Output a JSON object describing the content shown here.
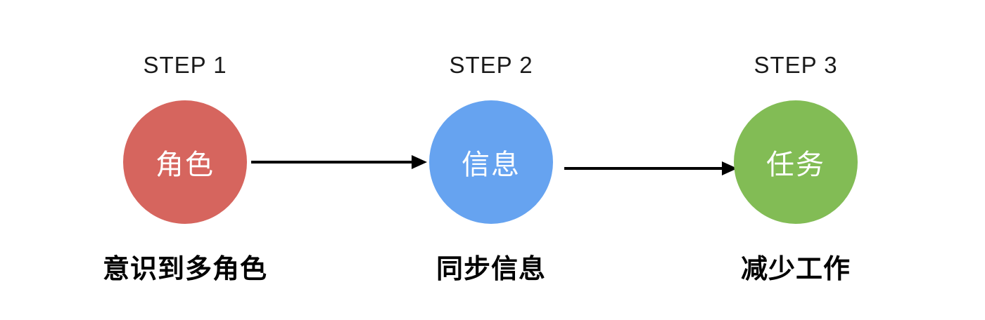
{
  "diagram": {
    "background_color": "#ffffff",
    "arrow_color": "#000000",
    "steps": [
      {
        "label": "STEP 1",
        "circle_text": "角色",
        "circle_color": "#d6655e",
        "caption": "意识到多角色"
      },
      {
        "label": "STEP 2",
        "circle_text": "信息",
        "circle_color": "#66a3f0",
        "caption": "同步信息"
      },
      {
        "label": "STEP 3",
        "circle_text": "任务",
        "circle_color": "#82bc55",
        "caption": "减少工作"
      }
    ]
  }
}
